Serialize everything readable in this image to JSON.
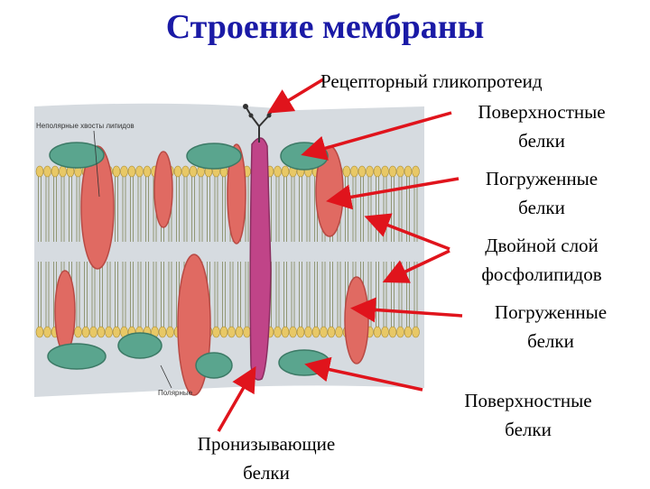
{
  "title": "Строение мембраны",
  "labels": {
    "receptor": "Рецепторный гликопротеид",
    "surface_top_1": "Поверхностные",
    "surface_top_2": "белки",
    "embedded_top_1": "Погруженные",
    "embedded_top_2": "белки",
    "bilayer_1": "Двойной слой",
    "bilayer_2": "фосфолипидов",
    "embedded_bottom_1": "Погруженные",
    "embedded_bottom_2": "белки",
    "surface_bottom_1": "Поверхностные",
    "surface_bottom_2": "белки",
    "piercing_1": "Пронизывающие",
    "piercing_2": "белки"
  },
  "figure_text": {
    "nonpolar": "Неполярные хвосты липидов",
    "polar": "Полярные"
  },
  "colors": {
    "title": "#1a1aa6",
    "arrow": "#e0141c",
    "lipid_head": "#e8c866",
    "lipid_tail": "#8a8f6a",
    "surface_protein": "#5aa58e",
    "embedded_protein": "#e06a62",
    "transmembrane_protein": "#c04488",
    "membrane_bg": "#d6dbe0"
  }
}
